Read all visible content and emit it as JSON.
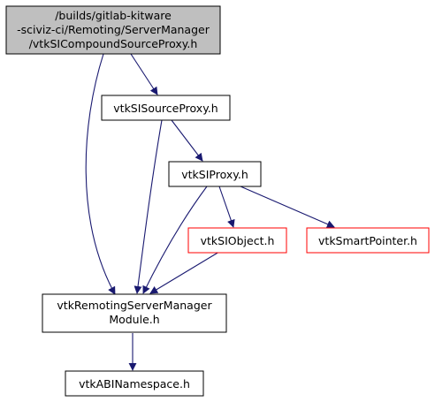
{
  "colors": {
    "root_fill": "#bfbfbf",
    "node_fill": "#ffffff",
    "node_border": "#000000",
    "undocumented_border": "#ff0000",
    "edge": "#191970"
  },
  "nodes": {
    "root": {
      "label_lines": [
        "/builds/gitlab-kitware",
        "-sciviz-ci/Remoting/ServerManager",
        "/vtkSICompoundSourceProxy.h"
      ]
    },
    "source_proxy": {
      "label_lines": [
        "vtkSISourceProxy.h"
      ]
    },
    "proxy": {
      "label_lines": [
        "vtkSIProxy.h"
      ]
    },
    "object": {
      "label_lines": [
        "vtkSIObject.h"
      ]
    },
    "smart_pointer": {
      "label_lines": [
        "vtkSmartPointer.h"
      ]
    },
    "module": {
      "label_lines": [
        "vtkRemotingServerManager",
        "Module.h"
      ]
    },
    "abi": {
      "label_lines": [
        "vtkABINamespace.h"
      ]
    }
  }
}
